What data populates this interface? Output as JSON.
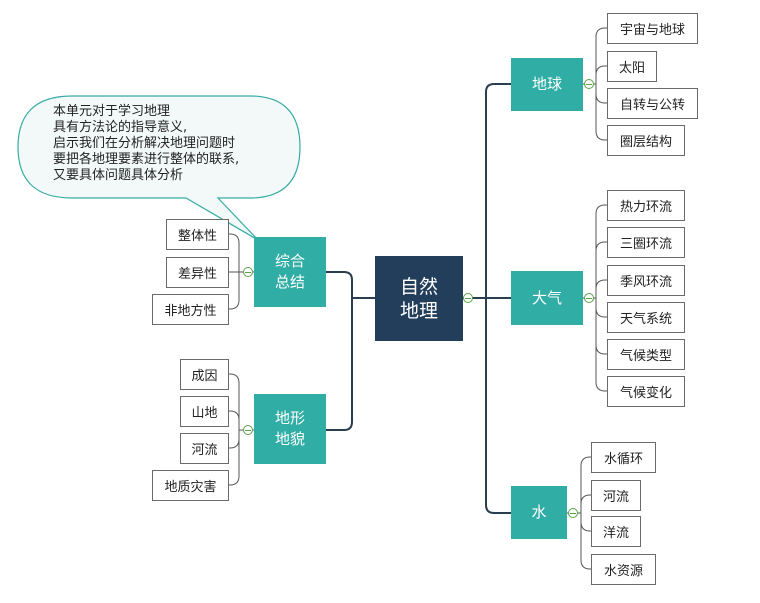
{
  "central": {
    "line1": "自然",
    "line2": "地理"
  },
  "callout": {
    "lines": [
      "本单元对于学习地理",
      "具有方法论的指导意义,",
      "启示我们在分析解决地理问题时",
      "要把各地理要素进行整体的联系,",
      "又要具体问题具体分析"
    ]
  },
  "branches": {
    "earth": {
      "label": "地球",
      "children": [
        "宇宙与地球",
        "太阳",
        "自转与公转",
        "圈层结构"
      ]
    },
    "atmosphere": {
      "label": "大气",
      "children": [
        "热力环流",
        "三圈环流",
        "季风环流",
        "天气系统",
        "气候类型",
        "气候变化"
      ]
    },
    "water": {
      "label": "水",
      "children": [
        "水循环",
        "河流",
        "洋流",
        "水资源"
      ]
    },
    "synthesis": {
      "line1": "综合",
      "line2": "总结",
      "children": [
        "整体性",
        "差异性",
        "非地方性"
      ]
    },
    "landform": {
      "line1": "地形",
      "line2": "地貌",
      "children": [
        "成因",
        "山地",
        "河流",
        "地质灾害"
      ]
    }
  },
  "colors": {
    "root": "#233e5b",
    "branch": "#30ada5",
    "line": "#2b3e50",
    "toggle": "#5aa24a"
  }
}
